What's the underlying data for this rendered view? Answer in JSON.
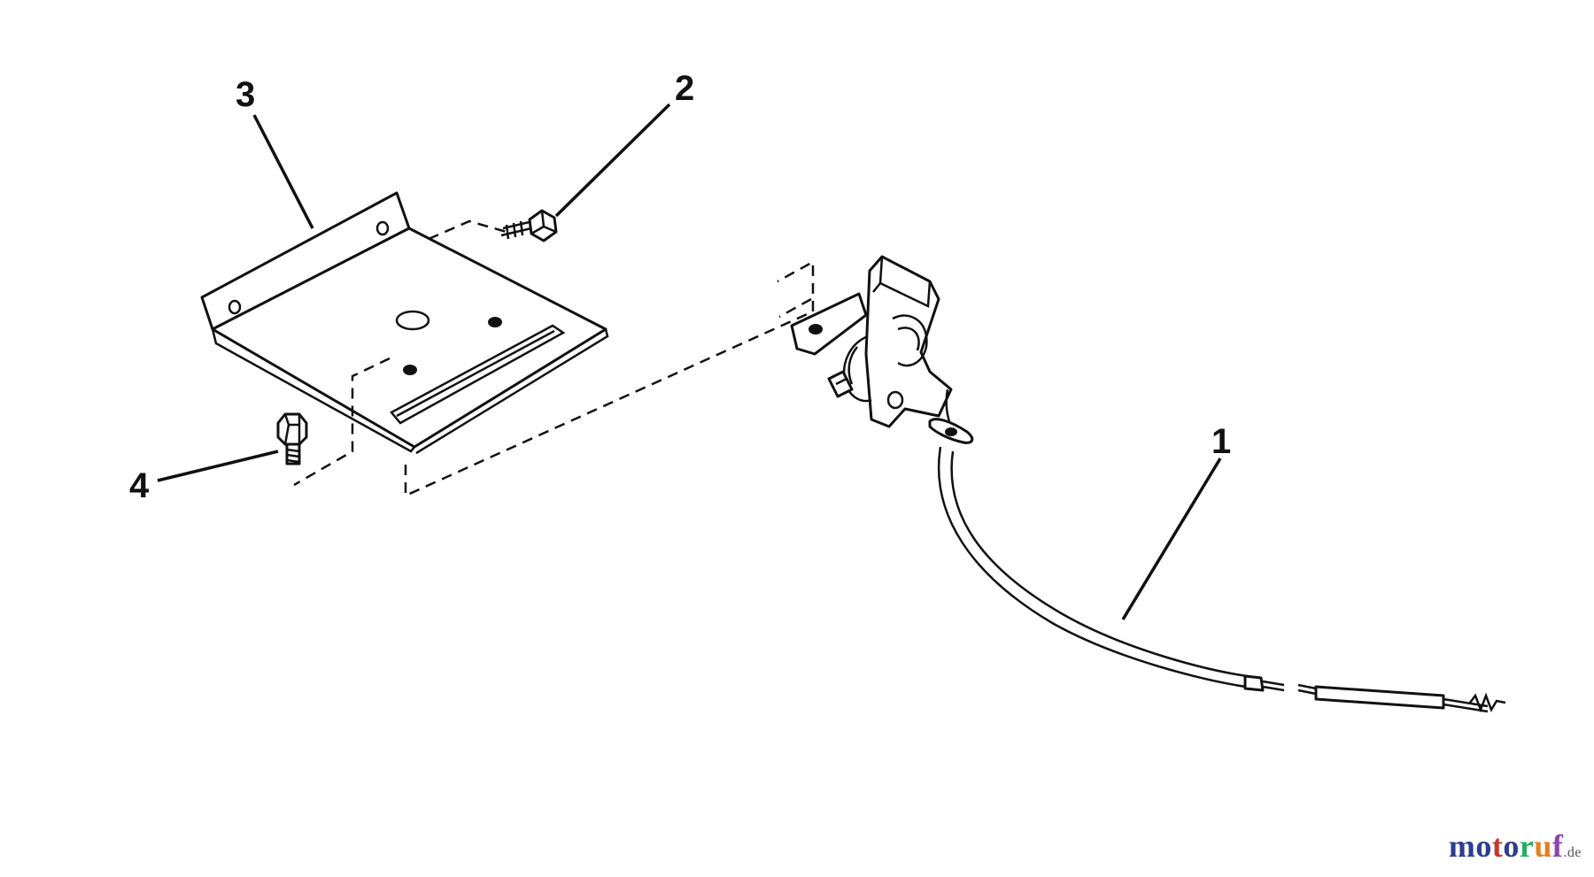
{
  "diagram": {
    "callouts": [
      {
        "id": "1",
        "label": "1",
        "part": "throttle-cable"
      },
      {
        "id": "2",
        "label": "2",
        "part": "bolt"
      },
      {
        "id": "3",
        "label": "3",
        "part": "mounting-bracket"
      },
      {
        "id": "4",
        "label": "4",
        "part": "bolt"
      }
    ]
  },
  "watermark": {
    "letters": [
      "m",
      "o",
      "t",
      "o",
      "r",
      "u",
      "f"
    ],
    "colors": [
      "#2d3d8f",
      "#2d3d8f",
      "#c0392b",
      "#2d3d8f",
      "#27ae60",
      "#e67e22",
      "#8e44ad"
    ],
    "tld": ".de"
  }
}
